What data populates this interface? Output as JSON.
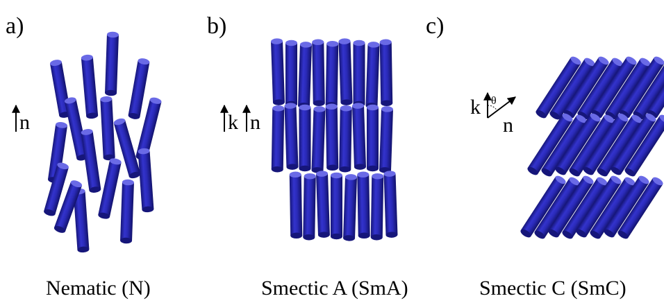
{
  "colors": {
    "rod_fill": "#2a2ab8",
    "rod_dark": "#16167a",
    "rod_light": "#6a6ae6",
    "text": "#000000"
  },
  "panels": [
    {
      "id": "nematic",
      "label": "a)",
      "caption": "Nematic (N)",
      "vectors": [
        "n"
      ]
    },
    {
      "id": "smectic-a",
      "label": "b)",
      "caption": "Smectic A (SmA)",
      "vectors": [
        "k",
        "n"
      ]
    },
    {
      "id": "smectic-c",
      "label": "c)",
      "caption": "Smectic C (SmC)",
      "vectors": [
        "k",
        "n"
      ],
      "angle_symbol": "θ"
    }
  ]
}
